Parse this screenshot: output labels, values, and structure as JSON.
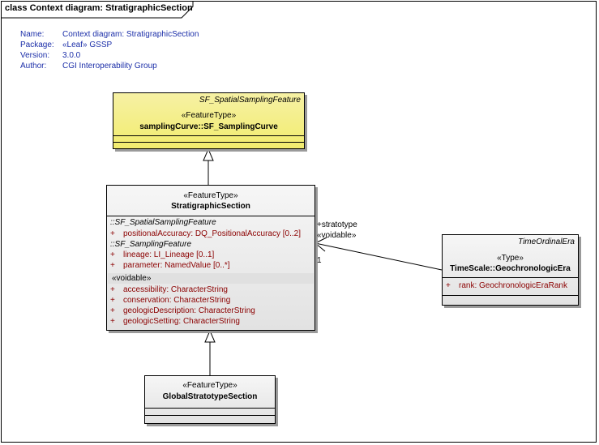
{
  "diagram": {
    "title": "class Context diagram: StratigraphicSection"
  },
  "meta": [
    {
      "key": "Name:",
      "value": "Context diagram: StratigraphicSection"
    },
    {
      "key": "Package:",
      "value": "«Leaf» GSSP"
    },
    {
      "key": "Version:",
      "value": "3.0.0"
    },
    {
      "key": "Author:",
      "value": "CGI Interoperability Group"
    }
  ],
  "sampling_curve": {
    "parent": "SF_SpatialSamplingFeature",
    "stereotype": "«FeatureType»",
    "name": "samplingCurve::SF_SamplingCurve"
  },
  "strat_section": {
    "stereotype": "«FeatureType»",
    "name": "StratigraphicSection",
    "groups": [
      {
        "label": "::SF_SpatialSamplingFeature",
        "attrs": [
          {
            "vis": "+",
            "text": "positionalAccuracy:  DQ_PositionalAccuracy [0..2]"
          }
        ]
      },
      {
        "label": "::SF_SamplingFeature",
        "attrs": [
          {
            "vis": "+",
            "text": "lineage:  LI_Lineage [0..1]"
          },
          {
            "vis": "+",
            "text": "parameter:  NamedValue [0..*]"
          }
        ]
      }
    ],
    "voidable_label": "«voidable»",
    "voidable_attrs": [
      {
        "vis": "+",
        "text": "accessibility:  CharacterString"
      },
      {
        "vis": "+",
        "text": "conservation:  CharacterString"
      },
      {
        "vis": "+",
        "text": "geologicDescription:  CharacterString"
      },
      {
        "vis": "+",
        "text": "geologicSetting:  CharacterString"
      }
    ]
  },
  "timescale": {
    "parent": "TimeOrdinalEra",
    "stereotype": "«Type»",
    "name": "TimeScale::GeochronologicEra",
    "attrs": [
      {
        "vis": "+",
        "text": "rank:  GeochronologicEraRank"
      }
    ]
  },
  "gssp": {
    "stereotype": "«FeatureType»",
    "name": "GlobalStratotypeSection"
  },
  "association": {
    "role": "+stratotype",
    "role_stereotype": "«voidable»",
    "multiplicity": "1"
  }
}
